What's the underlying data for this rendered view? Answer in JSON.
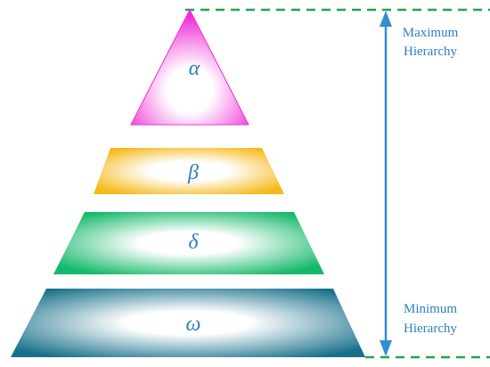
{
  "layers": [
    {
      "symbol": "α",
      "color": "#ef2fd8"
    },
    {
      "symbol": "β",
      "color": "#f5bd1f"
    },
    {
      "symbol": "δ",
      "color": "#1cbf73"
    },
    {
      "symbol": "ω",
      "color": "#1e7e97"
    }
  ],
  "top_label": {
    "line1": "Maximum",
    "line2": "Hierarchy"
  },
  "bottom_label": {
    "line1": "Minimum",
    "line2": "Hierarchy"
  },
  "colors": {
    "dashed_line": "#1aa84b",
    "arrow": "#2f8fd0",
    "text": "#2e7fbf"
  }
}
